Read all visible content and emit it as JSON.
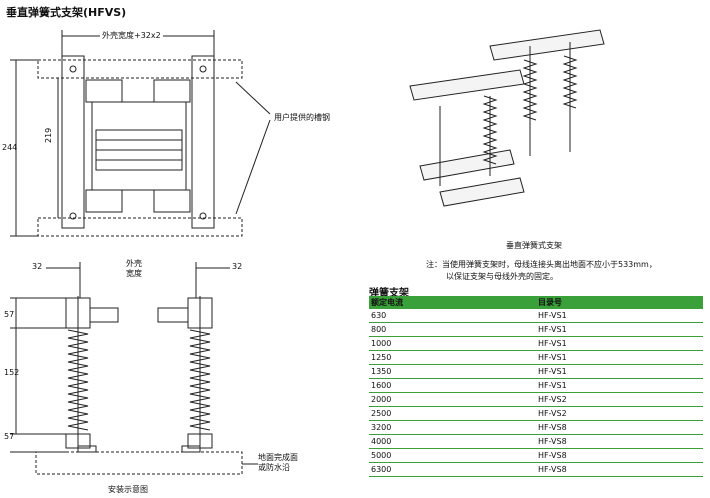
{
  "title": "垂直弹簧式支架(HFVS)",
  "top_drawing": {
    "width_label": "外壳宽度+32x2",
    "height_outer": "244",
    "height_inner": "219",
    "callout": "用户提供的槽钢"
  },
  "bottom_drawing": {
    "left_offset": "32",
    "right_offset": "32",
    "width_label_line1": "外壳",
    "width_label_line2": "宽度",
    "dim_top": "57",
    "dim_mid": "152",
    "dim_bottom": "57",
    "floor_label_line1": "地面完成面",
    "floor_label_line2": "或防水沿",
    "caption": "安装示意图"
  },
  "iso_caption": "垂直弹簧式支架",
  "note_line1": "注：当使用弹簧支架时，母线连接头离出地面不应小于533mm，",
  "note_line2": "以保证支架与母线外壳的固定。",
  "table": {
    "title": "弹簧支架",
    "headers": [
      "额定电流",
      "目录号"
    ],
    "rows": [
      [
        "630",
        "HF-VS1"
      ],
      [
        "800",
        "HF-VS1"
      ],
      [
        "1000",
        "HF-VS1"
      ],
      [
        "1250",
        "HF-VS1"
      ],
      [
        "1350",
        "HF-VS1"
      ],
      [
        "1600",
        "HF-VS1"
      ],
      [
        "2000",
        "HF-VS2"
      ],
      [
        "2500",
        "HF-VS2"
      ],
      [
        "3200",
        "HF-VS8"
      ],
      [
        "4000",
        "HF-VS8"
      ],
      [
        "5000",
        "HF-VS8"
      ],
      [
        "6300",
        "HF-VS8"
      ]
    ]
  },
  "colors": {
    "accent": "#3aa13a"
  }
}
